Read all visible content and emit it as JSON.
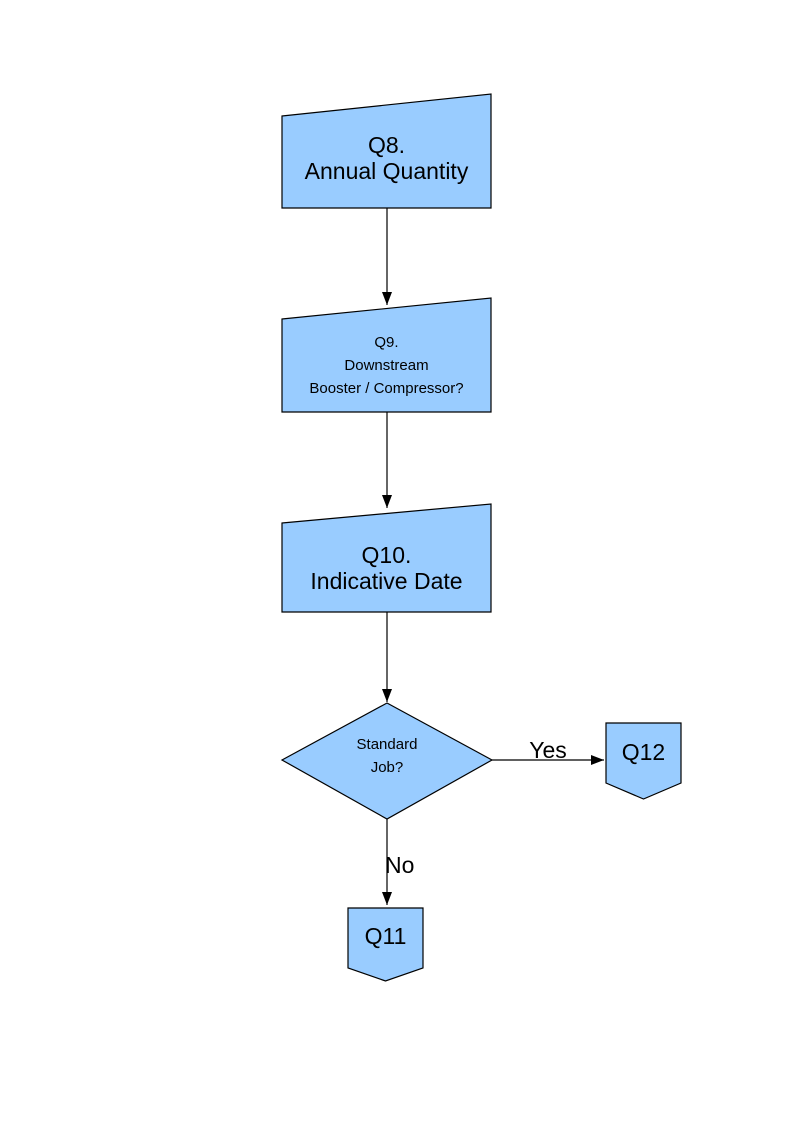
{
  "page": {
    "background": "#FFFFFF"
  },
  "diagram": {
    "node_fill": "#99CCFF",
    "node_stroke": "#000000",
    "edge_color": "#000000",
    "text_color": "#000000",
    "nodes": {
      "q8": {
        "label": "Q8.\nAnnual Quantity",
        "shape": "slant-top-rectangle"
      },
      "q9": {
        "label": "Q9.\nDownstream\nBooster / Compressor?",
        "shape": "slant-top-rectangle"
      },
      "q10": {
        "label": "Q10.\nIndicative Date",
        "shape": "slant-top-rectangle"
      },
      "standard_job": {
        "label": "Standard\nJob?",
        "shape": "diamond"
      },
      "q11": {
        "label": "Q11",
        "shape": "off-page-connector"
      },
      "q12": {
        "label": "Q12",
        "shape": "off-page-connector"
      }
    },
    "edges": {
      "yes_label": "Yes",
      "no_label": "No"
    }
  }
}
